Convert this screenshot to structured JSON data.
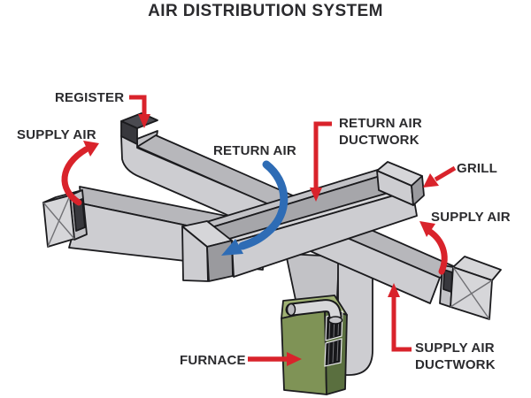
{
  "title": "AIR DISTRIBUTION SYSTEM",
  "diagram": {
    "labels": {
      "register": "REGISTER",
      "supply_air_left": "SUPPLY AIR",
      "return_air": "RETURN AIR",
      "return_air_ductwork": [
        "RETURN AIR",
        "DUCTWORK"
      ],
      "grill": "GRILL",
      "supply_air_right": "SUPPLY AIR",
      "furnace": "FURNACE",
      "supply_air_ductwork": [
        "SUPPLY AIR",
        "DUCTWORK"
      ]
    },
    "colors": {
      "arrow_red": "#d9232b",
      "arrow_blue": "#2e6cb5",
      "duct_gray": "#cdcdd1",
      "furnace_green": "#7f9356",
      "register_dark": "#38383d",
      "text_color": "#2b2b2e"
    }
  }
}
